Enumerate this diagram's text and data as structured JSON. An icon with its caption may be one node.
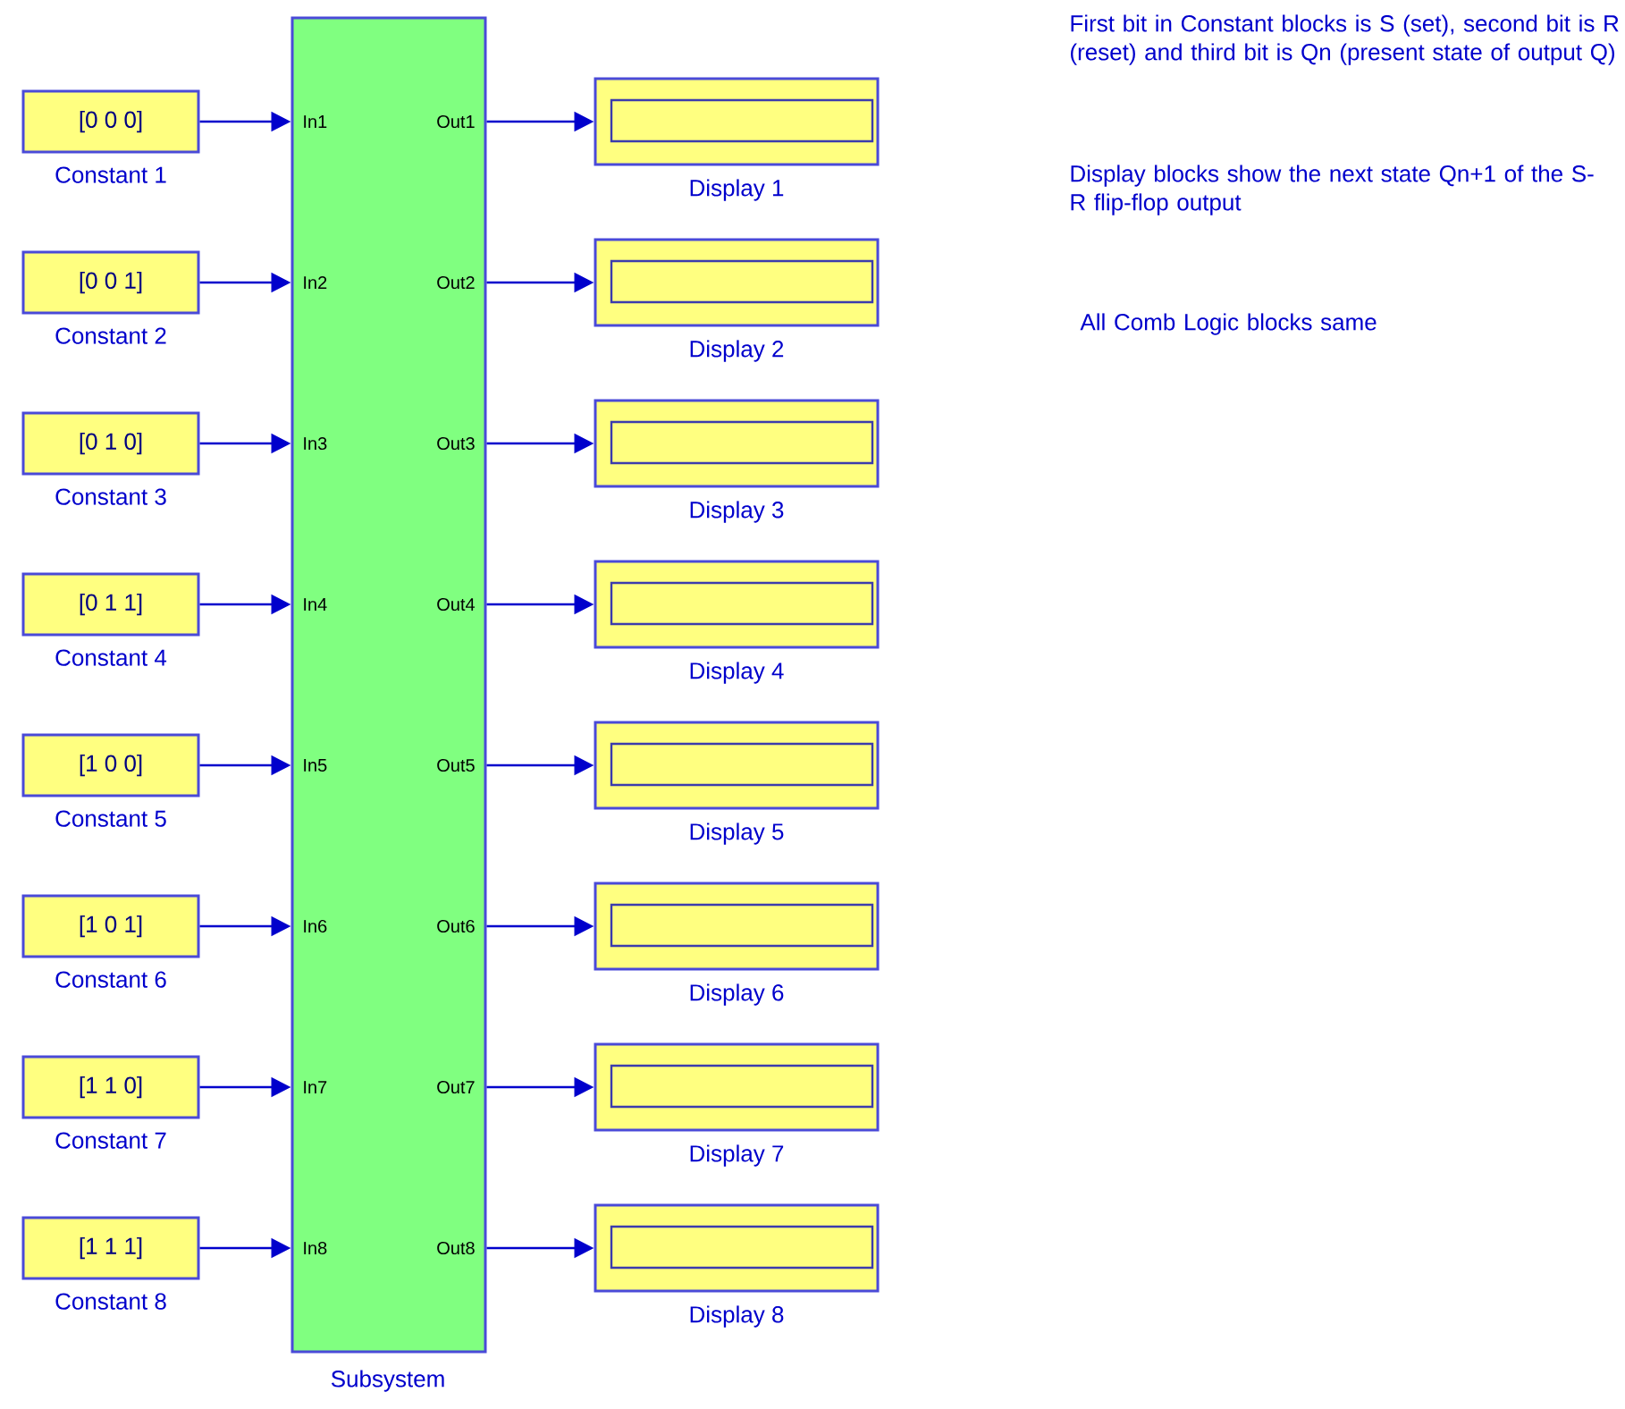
{
  "diagram": {
    "nodes": [
      {
        "text": [
          "[0 0 0]",
          "Constant 1"
        ]
      },
      {
        "text": [
          "[0 0 1]",
          "Constant 2"
        ]
      },
      {
        "text": [
          "[0 1 0]",
          "Constant 3"
        ]
      },
      {
        "text": [
          "[0 1 1]",
          "Constant 4"
        ]
      },
      {
        "text": [
          "[1 0 0]",
          "Constant 5"
        ]
      },
      {
        "text": [
          "[1 0 1]",
          "Constant 6"
        ]
      },
      {
        "text": [
          "[1 1 0]",
          "Constant 7"
        ]
      },
      {
        "text": [
          "[1 1 1]",
          "Constant 8"
        ]
      },
      {
        "text": [
          "In1",
          "Out1",
          "In2",
          "Out2",
          "In3",
          "Out3",
          "In4",
          "Out4",
          "In5",
          "Out5",
          "In6",
          "Out6",
          "In7",
          "Out7",
          "In8",
          "Out8",
          "Subsystem"
        ]
      },
      {
        "text": [
          "Display 1"
        ]
      },
      {
        "text": [
          "Display 2"
        ]
      },
      {
        "text": [
          "Display 3"
        ]
      },
      {
        "text": [
          "Display 4"
        ]
      },
      {
        "text": [
          "Display 5"
        ]
      },
      {
        "text": [
          "Display 6"
        ]
      },
      {
        "text": [
          "Display 7"
        ]
      },
      {
        "text": [
          "Display 8"
        ]
      }
    ],
    "edges": [
      {
        "from": 0,
        "to": 8,
        "arrow": "to"
      },
      {
        "from": 1,
        "to": 8,
        "arrow": "to"
      },
      {
        "from": 2,
        "to": 8,
        "arrow": "to"
      },
      {
        "from": 3,
        "to": 8,
        "arrow": "to"
      },
      {
        "from": 4,
        "to": 8,
        "arrow": "to"
      },
      {
        "from": 5,
        "to": 8,
        "arrow": "to"
      },
      {
        "from": 6,
        "to": 8,
        "arrow": "to"
      },
      {
        "from": 7,
        "to": 8,
        "arrow": "to"
      },
      {
        "from": 8,
        "to": 9,
        "arrow": "to"
      },
      {
        "from": 8,
        "to": 10,
        "arrow": "to"
      },
      {
        "from": 8,
        "to": 11,
        "arrow": "to"
      },
      {
        "from": 8,
        "to": 12,
        "arrow": "to"
      },
      {
        "from": 8,
        "to": 13,
        "arrow": "to"
      },
      {
        "from": 8,
        "to": 14,
        "arrow": "to"
      },
      {
        "from": 8,
        "to": 15,
        "arrow": "to"
      },
      {
        "from": 8,
        "to": 16,
        "arrow": "to"
      }
    ],
    "labels": [
      "First bit in Constant blocks is S (set), second bit is R (reset) and third bit is Qn (present state of output Q)",
      "Display blocks show the next state Qn+1 of the S-R flip-flop output",
      "All Comb Logic blocks same"
    ]
  }
}
